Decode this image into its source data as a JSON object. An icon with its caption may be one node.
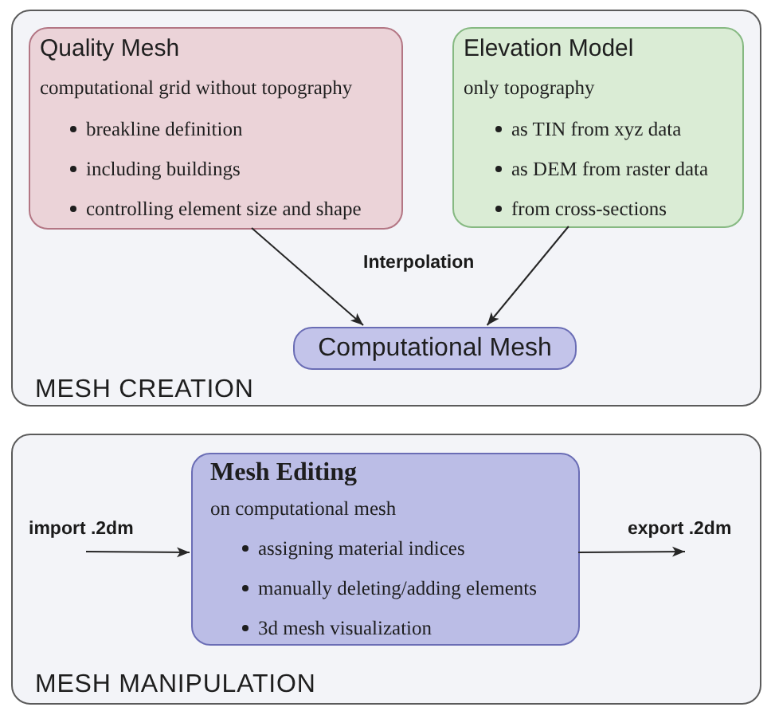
{
  "diagram": {
    "nodes": [
      {
        "text": [
          "MESH CREATION"
        ]
      },
      {
        "text": [
          "Quality Mesh",
          "computational grid without topography",
          "breakline definition",
          "including buildings",
          "controlling element size and shape"
        ],
        "in": 0
      },
      {
        "text": [
          "Elevation Model",
          "only topography",
          "as TIN from xyz data",
          "as DEM from raster data",
          "from cross-sections"
        ],
        "in": 0
      },
      {
        "text": [
          "Computational Mesh"
        ],
        "in": 0
      },
      {
        "text": [
          "MESH MANIPULATION"
        ]
      },
      {
        "text": [
          "Mesh Editing",
          "on computational mesh",
          "assigning material indices",
          "manually deleting/adding elements",
          "3d mesh visualization"
        ],
        "in": 4
      }
    ],
    "edges": [
      {
        "from": 1,
        "to": 3,
        "arrow": "to"
      },
      {
        "from": 2,
        "to": 3,
        "arrow": "to"
      },
      {
        "from": null,
        "to": 5,
        "label": "import .2dm",
        "arrow": "to"
      },
      {
        "from": 5,
        "to": null,
        "label": "export .2dm",
        "arrow": "to"
      }
    ],
    "labels": [
      "Interpolation"
    ]
  }
}
